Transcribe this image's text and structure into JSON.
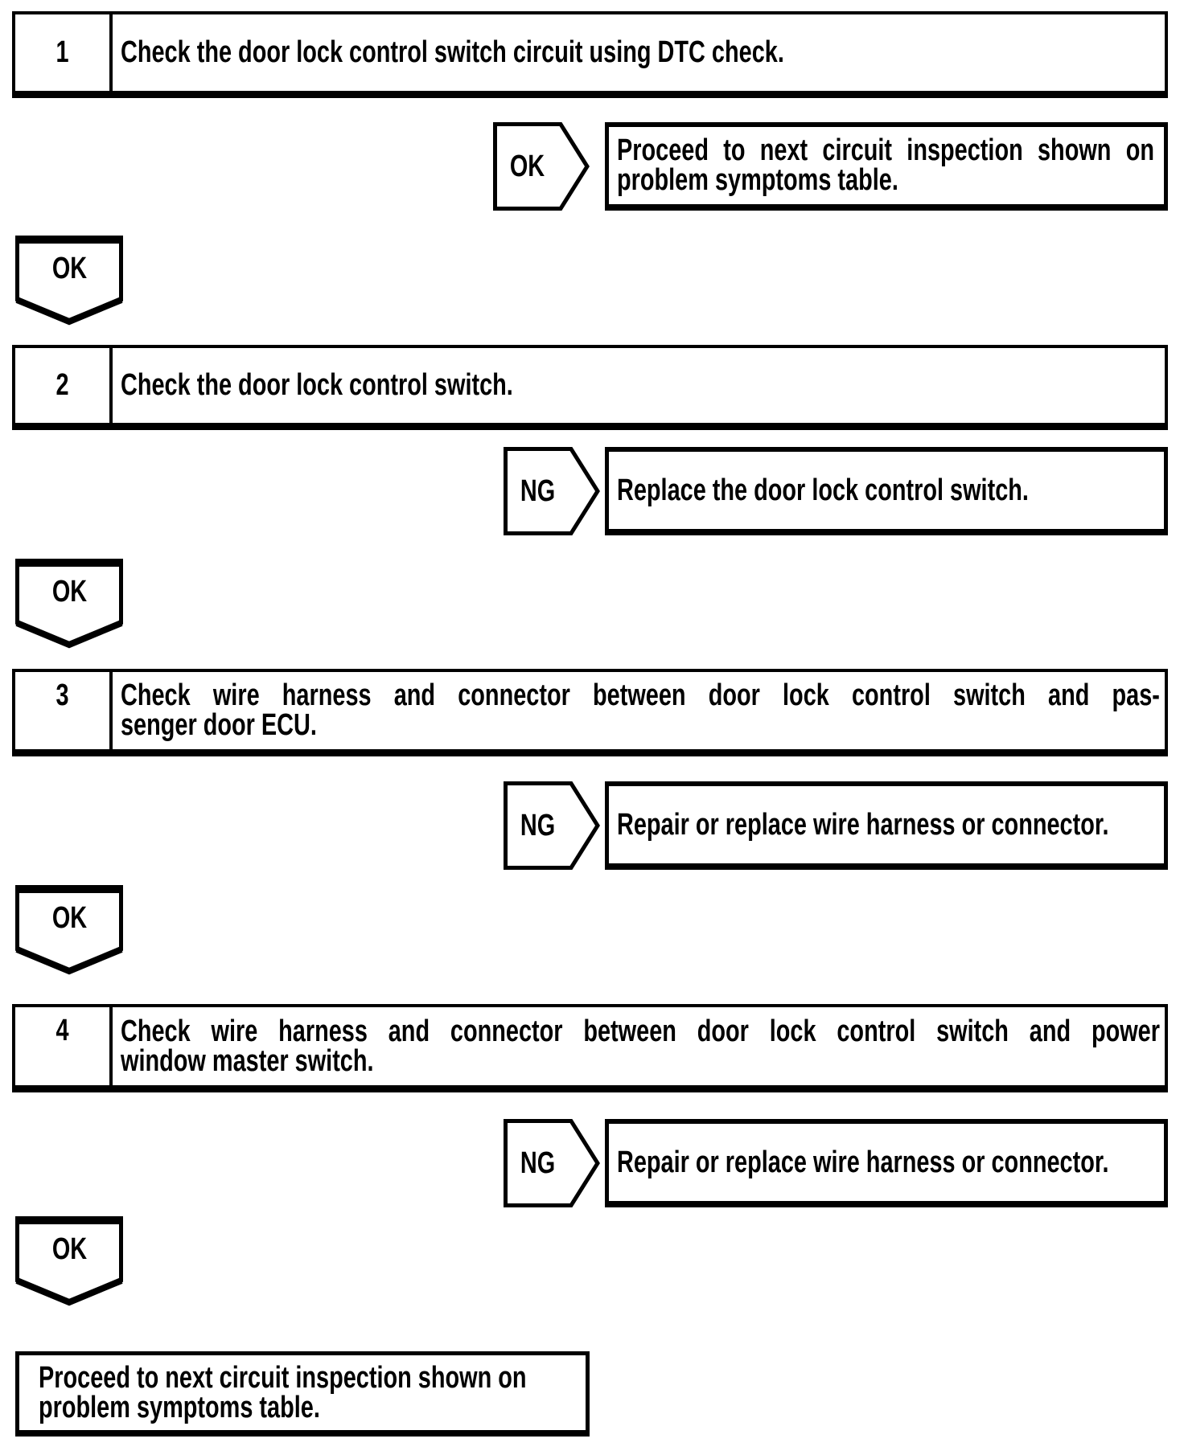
{
  "page": {
    "background": "#ffffff",
    "ink": "#000000"
  },
  "flowchart": {
    "steps": [
      {
        "num": "1",
        "lines": [
          "Check the door lock control switch circuit using DTC check."
        ]
      },
      {
        "num": "2",
        "lines": [
          "Check the door lock control switch."
        ]
      },
      {
        "num": "3",
        "lines": [
          "Check wire harness and connector between door lock control switch and pas-",
          "senger door ECU."
        ]
      },
      {
        "num": "4",
        "lines": [
          "Check wire harness and connector between door lock control switch and power",
          "window master switch."
        ]
      }
    ],
    "branches": [
      {
        "label": "OK",
        "result_lines": [
          "Proceed to next circuit inspection shown on",
          "problem symptoms table."
        ]
      },
      {
        "label": "NG",
        "result_lines": [
          "Replace the door lock control switch."
        ]
      },
      {
        "label": "NG",
        "result_lines": [
          "Repair or replace wire harness or connector."
        ]
      },
      {
        "label": "NG",
        "result_lines": [
          "Repair or replace wire harness or connector."
        ]
      }
    ],
    "connectors": [
      {
        "label": "OK"
      },
      {
        "label": "OK"
      },
      {
        "label": "OK"
      },
      {
        "label": "OK"
      }
    ],
    "end_box": {
      "lines": [
        "Proceed to next circuit inspection shown on",
        "problem symptoms table."
      ]
    }
  }
}
